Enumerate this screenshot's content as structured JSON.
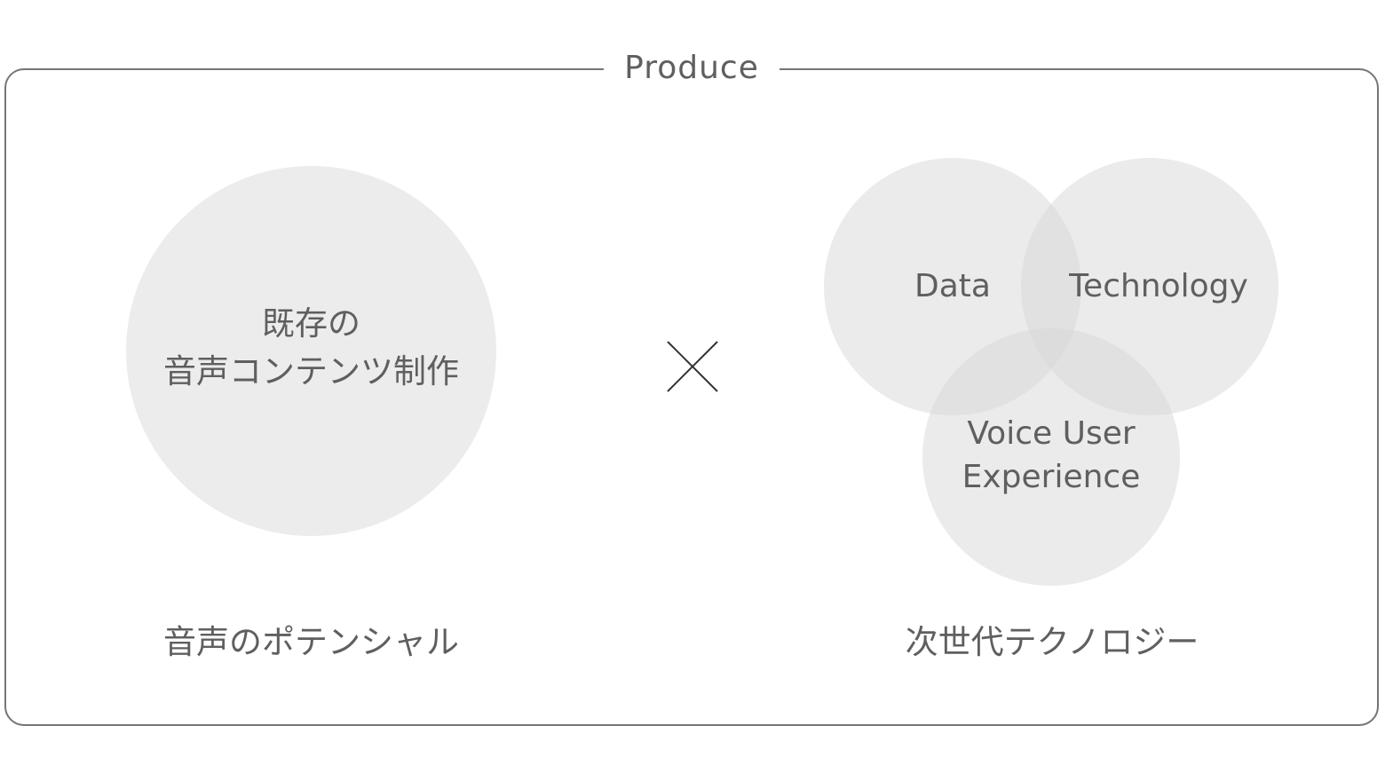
{
  "frame": {
    "title": "Produce",
    "border_color": "#757575"
  },
  "left": {
    "circle_lines": [
      "既存の",
      "音声コンテンツ制作"
    ],
    "caption": "音声のポテンシャル",
    "circle_color": "#ececec"
  },
  "operator": {
    "icon": "multiply-cross-icon"
  },
  "right": {
    "circles": [
      {
        "label": "Data"
      },
      {
        "label": "Technology"
      },
      {
        "label_lines": [
          "Voice User",
          "Experience"
        ]
      }
    ],
    "caption": "次世代テクノロジー",
    "circle_color": "#d7d7d7"
  }
}
